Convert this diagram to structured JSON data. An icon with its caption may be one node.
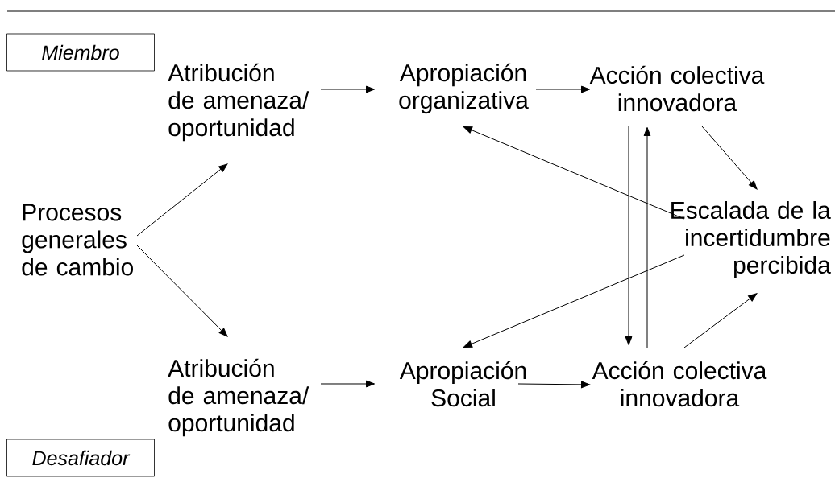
{
  "diagram": {
    "nodes": [
      {
        "text": [
          "Miembro"
        ]
      },
      {
        "text": [
          "Atribución de amenaza/ oportunidad"
        ]
      },
      {
        "text": [
          "Apropiación organizativa"
        ]
      },
      {
        "text": [
          "Acción colectiva innovadora"
        ]
      },
      {
        "text": [
          "Procesos generales de cambio"
        ]
      },
      {
        "text": [
          "Escalada de la incertidumbre percibida"
        ]
      },
      {
        "text": [
          "Atribución de amenaza/ oportunidad"
        ]
      },
      {
        "text": [
          "Apropiación Social"
        ]
      },
      {
        "text": [
          "Acción colectiva innovadora"
        ]
      },
      {
        "text": [
          "Desafiador"
        ]
      }
    ],
    "edges": [
      {
        "from": 4,
        "to": 1,
        "arrow": "to"
      },
      {
        "from": 4,
        "to": 6,
        "arrow": "to"
      },
      {
        "from": 1,
        "to": 2,
        "arrow": "to"
      },
      {
        "from": 2,
        "to": 3,
        "arrow": "to"
      },
      {
        "from": 3,
        "to": 5,
        "arrow": "to"
      },
      {
        "from": 5,
        "to": 2,
        "arrow": "to"
      },
      {
        "from": 3,
        "to": 8,
        "arrow": "to"
      },
      {
        "from": 8,
        "to": 3,
        "arrow": "to"
      },
      {
        "from": 8,
        "to": 5,
        "arrow": "to"
      },
      {
        "from": 5,
        "to": 7,
        "arrow": "to"
      },
      {
        "from": 6,
        "to": 7,
        "arrow": "to"
      },
      {
        "from": 7,
        "to": 8,
        "arrow": "to"
      }
    ]
  }
}
